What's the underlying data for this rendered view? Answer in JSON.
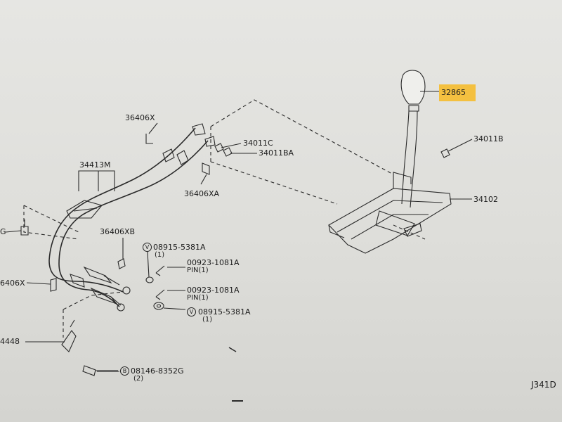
{
  "labels": {
    "l_32865": "32865",
    "l_34011b": "34011B",
    "l_34102": "34102",
    "l_36406x_top": "36406X",
    "l_34011c": "34011C",
    "l_34011ba": "34011BA",
    "l_34413m": "34413M",
    "l_36406xa": "36406XA",
    "l_36406xb": "36406XB",
    "l_08915_a": "08915-5381A",
    "l_08915_a_qty": "(1)",
    "l_00923_a": "00923-1081A",
    "l_00923_a_pin": "PIN(1)",
    "l_00923_b": "00923-1081A",
    "l_00923_b_pin": "PIN(1)",
    "l_08915_b": "08915-5381A",
    "l_08915_b_qty": "(1)",
    "l_g_left": "G",
    "l_406x_left": "6406X",
    "l_4448_left": "4448",
    "l_08146": "08146-8352G",
    "l_08146_qty": "(2)",
    "l_code": "J341D"
  },
  "symbols": {
    "v": "V",
    "b": "B"
  },
  "colors": {
    "highlight": "#f4c040",
    "ink": "#1c1c1c",
    "paper": "#e2e2de"
  }
}
